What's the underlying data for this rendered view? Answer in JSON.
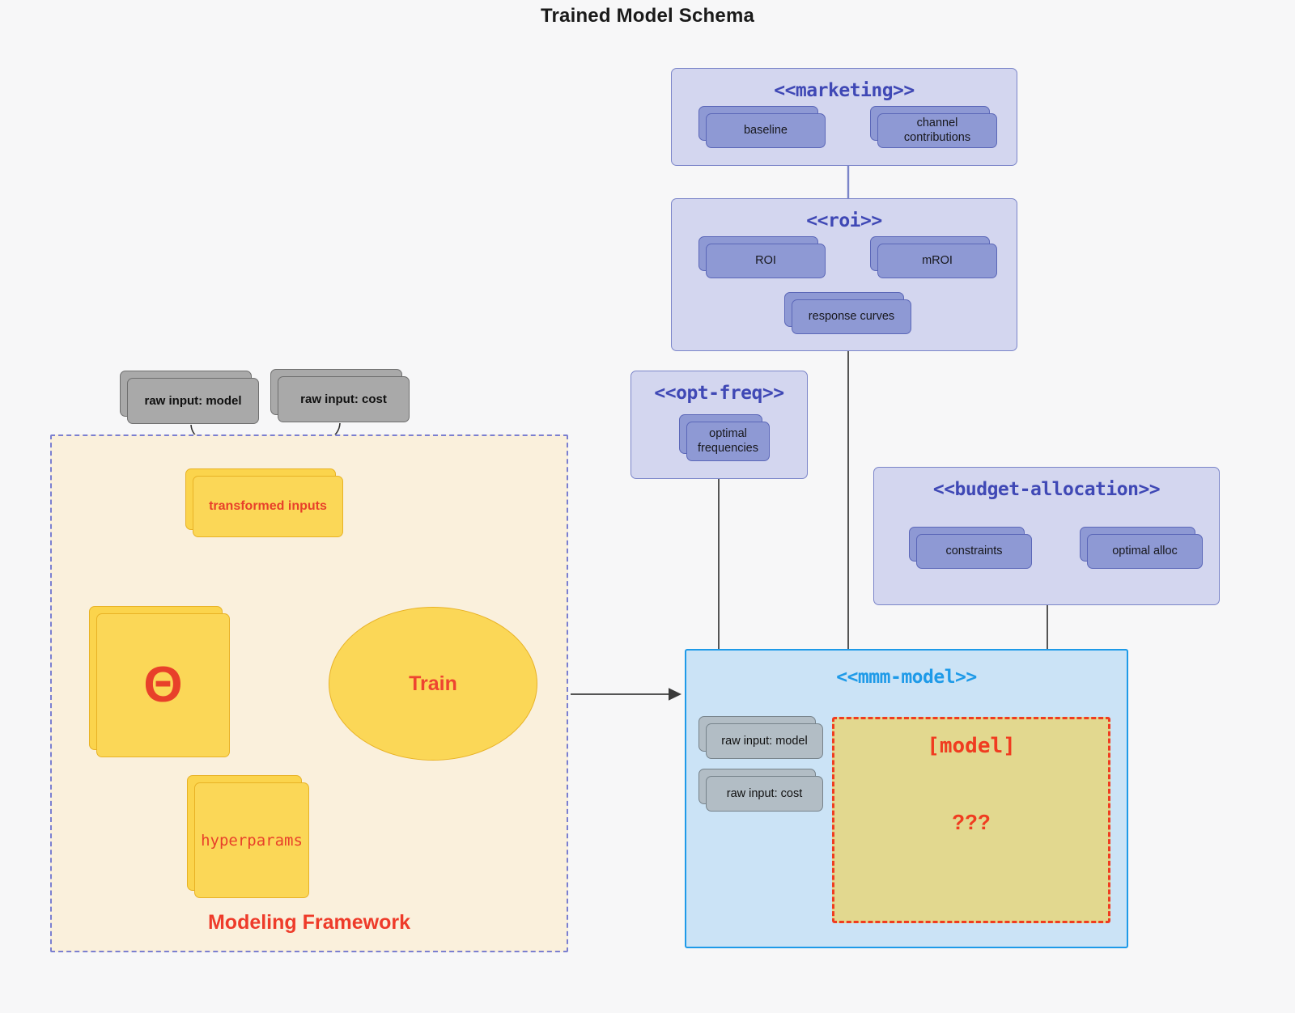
{
  "title": "Trained Model Schema",
  "packages": {
    "marketing": {
      "name": "<<marketing>>",
      "nodes": [
        {
          "label": "baseline"
        },
        {
          "label": "channel contributions"
        }
      ]
    },
    "roi": {
      "name": "<<roi>>",
      "nodes": [
        {
          "label": "ROI"
        },
        {
          "label": "mROI"
        },
        {
          "label": "response curves"
        }
      ]
    },
    "opt_freq": {
      "name": "<<opt-freq>>",
      "nodes": [
        {
          "label": "optimal frequencies"
        }
      ]
    },
    "budget_allocation": {
      "name": "<<budget-allocation>>",
      "nodes": [
        {
          "label": "constraints"
        },
        {
          "label": "optimal alloc"
        }
      ]
    },
    "mmm_model": {
      "name": "<<mmm-model>>",
      "inputs": [
        {
          "label": "raw input: model"
        },
        {
          "label": "raw input: cost"
        }
      ],
      "placeholder": {
        "title": "[model]",
        "unknown": "???"
      }
    }
  },
  "raw_inputs": [
    {
      "label": "raw input: model"
    },
    {
      "label": "raw input: cost"
    }
  ],
  "framework": {
    "label": "Modeling Framework",
    "transformed_inputs": "transformed inputs",
    "theta": "Θ",
    "hyperparams": "hyperparams",
    "train": "Train"
  },
  "colors": {
    "package_fill": "#d3d6ef",
    "package_border": "#7b85c9",
    "package_title": "#3f48b5",
    "node_fill": "#8e99d4",
    "node_border": "#5b67b8",
    "gray_fill": "#a9a9a9",
    "gray_tinted_fill": "#b2bdc5",
    "yellow_fill": "#fbd757",
    "yellow_border": "#e8b225",
    "accent_red": "#ee3b2a",
    "blue_fill": "#cbe3f6",
    "blue_border": "#1e9ae8",
    "dash_fill": "#e2d88f",
    "dash_border": "#f03c20",
    "framework_fill": "#faf0dc",
    "framework_border": "#7b7fd0",
    "background": "#f7f7f8"
  }
}
